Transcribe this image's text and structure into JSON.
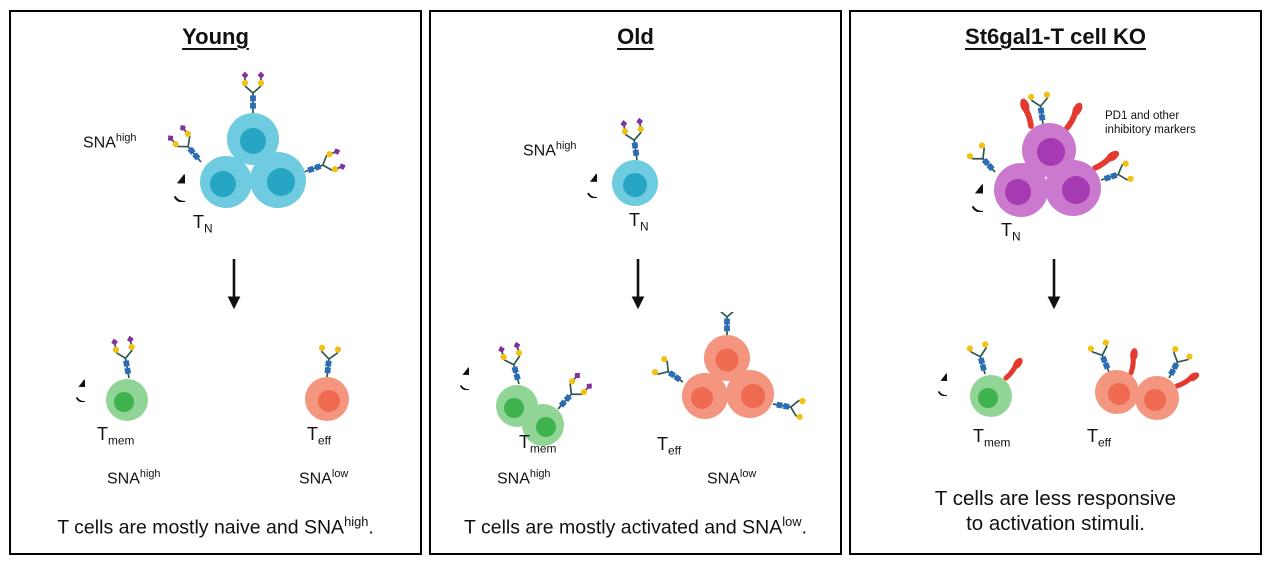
{
  "colors": {
    "naive_body": "#6fcbe0",
    "naive_nuc": "#27a5c4",
    "mem_body": "#90d595",
    "mem_nuc": "#3eb24d",
    "eff_body": "#f4957f",
    "eff_nuc": "#ee6a50",
    "ko_body": "#cb79ce",
    "ko_nuc": "#a63ab3",
    "pd1": "#e23a2e",
    "glycan_stem": "#30564f",
    "glycan_square": "#2a6cb5",
    "glycan_circle": "#f2c113",
    "glycan_diamond": "#83329b",
    "ink": "#111111"
  },
  "icons": {
    "self_renewal": "circular-arrow",
    "differentiation": "down-arrow",
    "sialylated_glycan": "branched-glycan-purple-diamond-tips",
    "asialo_glycan": "branched-glycan-yellow-circle-tips",
    "pd1_marker": "red-club-shape"
  },
  "panels": [
    {
      "title": "Young",
      "top": {
        "sna": {
          "base": "SNA",
          "sup": "high"
        },
        "t": {
          "base": "T",
          "sub": "N"
        }
      },
      "mem": {
        "t": {
          "base": "T",
          "sub": "mem"
        },
        "sna": {
          "base": "SNA",
          "sup": "high"
        }
      },
      "eff": {
        "t": {
          "base": "T",
          "sub": "eff"
        },
        "sna": {
          "base": "SNA",
          "sup": "low"
        }
      },
      "caption": {
        "pre": "T cells are mostly naive and SNA",
        "sup": "high",
        "post": "."
      }
    },
    {
      "title": "Old",
      "top": {
        "sna": {
          "base": "SNA",
          "sup": "high"
        },
        "t": {
          "base": "T",
          "sub": "N"
        }
      },
      "mem": {
        "t": {
          "base": "T",
          "sub": "mem"
        },
        "sna": {
          "base": "SNA",
          "sup": "high"
        }
      },
      "eff": {
        "t": {
          "base": "T",
          "sub": "eff"
        },
        "sna": {
          "base": "SNA",
          "sup": "low"
        }
      },
      "caption": {
        "pre": "T cells are mostly activated and SNA",
        "sup": "low",
        "post": "."
      }
    },
    {
      "title": "St6gal1-T cell KO",
      "top": {
        "annotation": "PD1 and other inhibitory markers",
        "t": {
          "base": "T",
          "sub": "N"
        }
      },
      "mem": {
        "t": {
          "base": "T",
          "sub": "mem"
        }
      },
      "eff": {
        "t": {
          "base": "T",
          "sub": "eff"
        }
      },
      "caption": {
        "line1": "T cells are less responsive",
        "line2": "to activation stimuli."
      }
    }
  ]
}
